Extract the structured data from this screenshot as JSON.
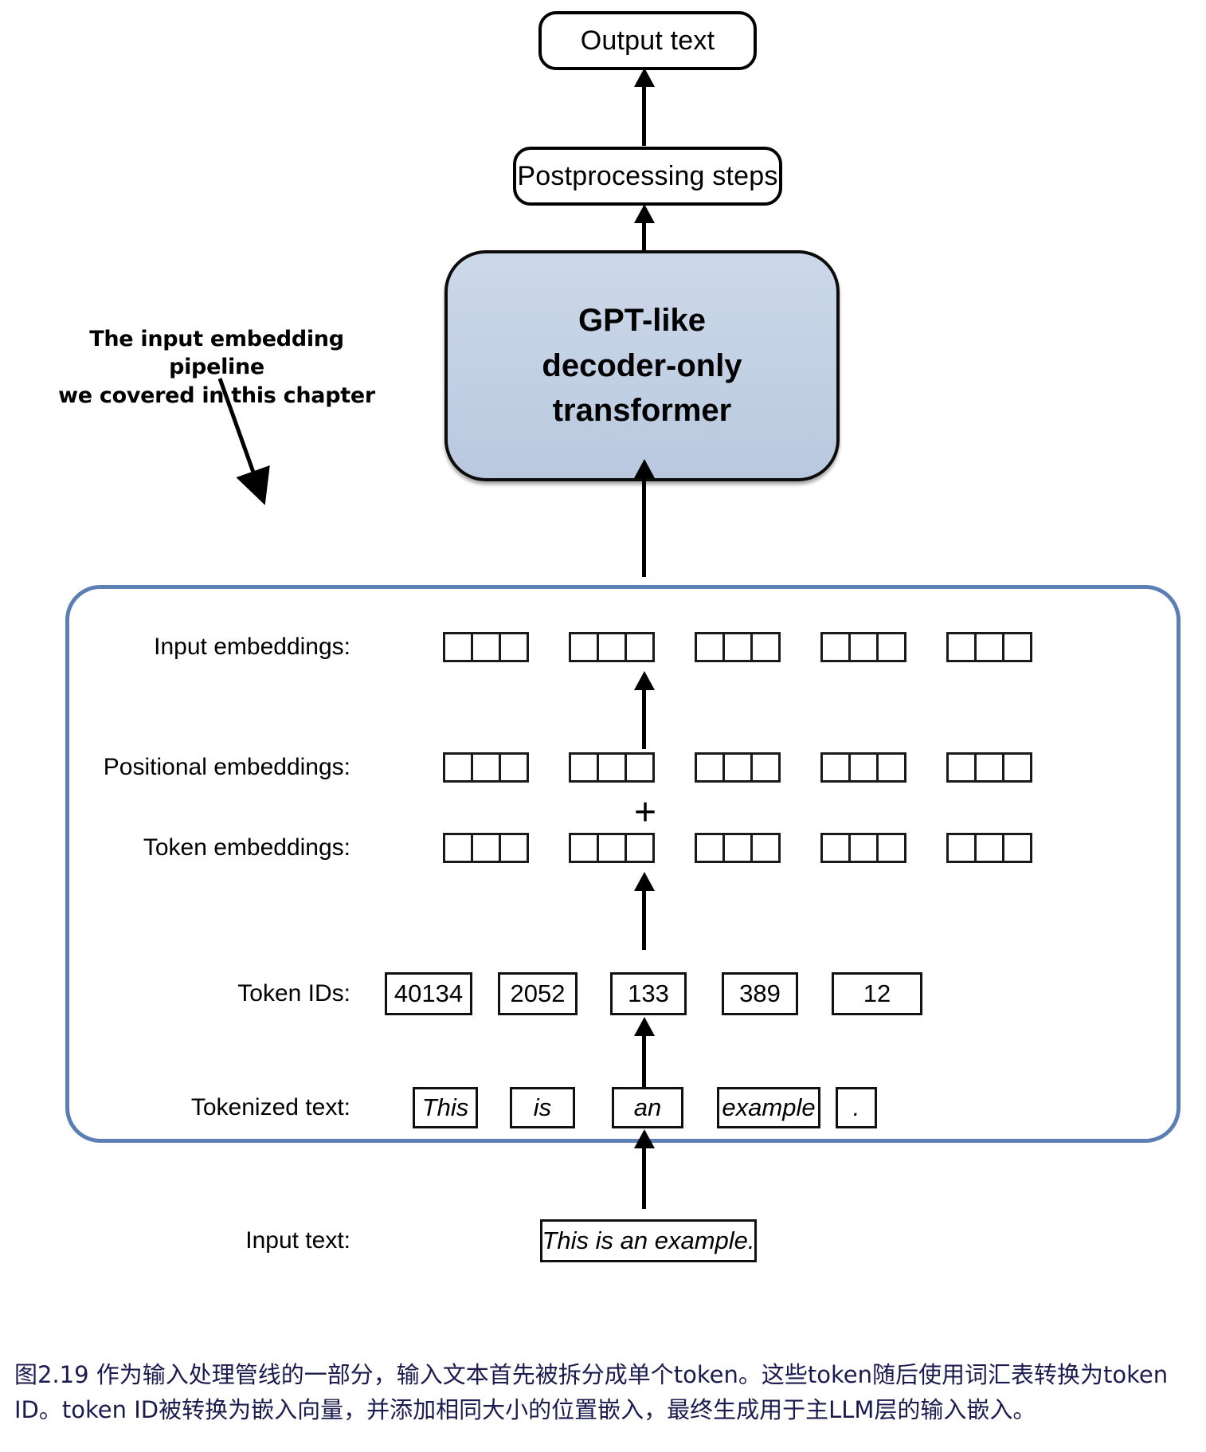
{
  "figure": {
    "top_boxes": [
      {
        "id": "output-text",
        "label": "Output text"
      },
      {
        "id": "postprocessing",
        "label": "Postprocessing steps"
      }
    ],
    "transformer": {
      "label": "GPT-like\ndecoder-only\ntransformer",
      "fill_color": "#c2d0e4",
      "border_color": "#0c0c0c"
    },
    "annotation": {
      "text": "The input embedding pipeline\nwe covered in this chapter"
    },
    "pipeline": {
      "border_color": "#5b7fb4",
      "plus_symbol": "+",
      "rows": [
        {
          "id": "input-embeddings",
          "label": "Input embeddings:",
          "kind": "cells",
          "cells_per_group": 3,
          "groups": 5
        },
        {
          "id": "positional-embeddings",
          "label": "Positional embeddings:",
          "kind": "cells",
          "cells_per_group": 3,
          "groups": 5
        },
        {
          "id": "token-embeddings",
          "label": "Token embeddings:",
          "kind": "cells",
          "cells_per_group": 3,
          "groups": 5
        },
        {
          "id": "token-ids",
          "label": "Token IDs:",
          "kind": "values",
          "values": [
            "40134",
            "2052",
            "133",
            "389",
            "12"
          ]
        },
        {
          "id": "tokenized-text",
          "label": "Tokenized text:",
          "kind": "values",
          "italic": true,
          "values": [
            "This",
            "is",
            "an",
            "example",
            "."
          ]
        },
        {
          "id": "input-text",
          "label": "Input text:",
          "kind": "single",
          "italic": true,
          "values": [
            "This is an example."
          ]
        }
      ]
    }
  },
  "caption": {
    "text": "图2.19 作为输入处理管线的一部分，输入文本首先被拆分成单个token。这些token随后使用词汇表转换为token ID。token ID被转换为嵌入向量，并添加相同大小的位置嵌入，最终生成用于主LLM层的输入嵌入。",
    "color": "#1b1b4f"
  }
}
